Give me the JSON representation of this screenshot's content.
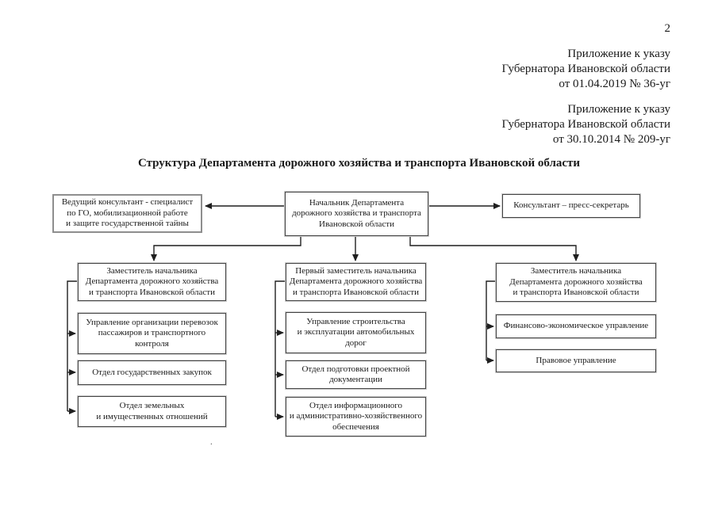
{
  "doc": {
    "page_number": "2",
    "annexes": [
      {
        "text": "Приложение к указу\nГубернатора Ивановской области\nот 01.04.2019 № 36-уг"
      },
      {
        "text": "Приложение к указу\nГубернатора Ивановской области\nот 30.10.2014 № 209-уг"
      }
    ],
    "title": "Структура Департамента дорожного хозяйства и транспорта Ивановской области",
    "stray_mark": "."
  },
  "org": {
    "root": {
      "label": "Начальник Департамента\nдорожного хозяйства и транспорта\nИвановской области"
    },
    "advisors": [
      {
        "label": "Ведущий консультант - специалист\nпо ГО, мобилизационной работе\nи защите государственной тайны"
      },
      {
        "label": "Консультант – пресс-секретарь"
      }
    ],
    "branches": [
      {
        "head": "Заместитель начальника\nДепартамента дорожного хозяйства\nи транспорта Ивановской области",
        "units": [
          "Управление организации перевозок\nпассажиров и транспортного\nконтроля",
          "Отдел государственных закупок",
          "Отдел земельных\nи имущественных отношений"
        ]
      },
      {
        "head": "Первый заместитель начальника\nДепартамента дорожного хозяйства\nи транспорта Ивановской области",
        "units": [
          "Управление строительства\nи эксплуатации автомобильных\nдорог",
          "Отдел подготовки проектной\nдокументации",
          "Отдел информационного\nи административно-хозяйственного\nобеспечения"
        ]
      },
      {
        "head": "Заместитель начальника\nДепартамента дорожного хозяйства\nи транспорта Ивановской области",
        "units": [
          "Финансово-экономическое управление",
          "Правовое управление"
        ]
      }
    ]
  }
}
